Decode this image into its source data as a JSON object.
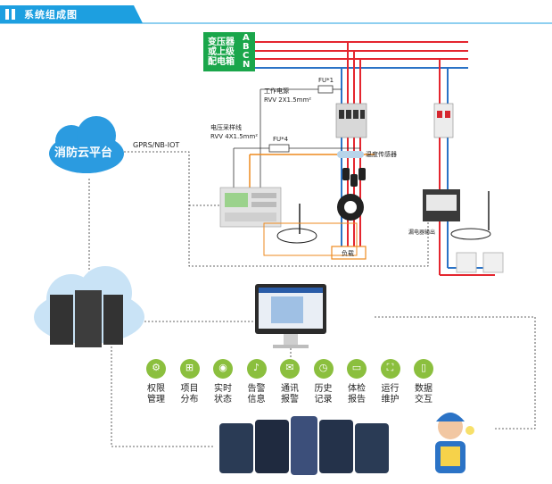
{
  "header": {
    "title": "系统组成图"
  },
  "bus": {
    "name_lines": [
      "变压器",
      "或上级",
      "配电箱"
    ],
    "phases": [
      "A",
      "B",
      "C",
      "N"
    ]
  },
  "labels": {
    "fuse1": "FU*1",
    "fuse4": "FU*4",
    "power_supply": "工作电源",
    "power_cable": "RVV 2X1.5mm²",
    "voltage_sampling": "电压采样线",
    "voltage_cable": "RVV 4X1.5mm²",
    "protocol": "GPRS/NB-IOT",
    "temp_sensor": "温度传感器",
    "load": "负载",
    "device_output": "漏电器输出"
  },
  "cloud": {
    "label": "消防云平台"
  },
  "features": [
    {
      "icon": "permission-icon",
      "glyph": "⚙",
      "lines": [
        "权限",
        "管理"
      ]
    },
    {
      "icon": "project-icon",
      "glyph": "⊞",
      "lines": [
        "项目",
        "分布"
      ]
    },
    {
      "icon": "realtime-icon",
      "glyph": "◉",
      "lines": [
        "实时",
        "状态"
      ]
    },
    {
      "icon": "alarm-icon",
      "glyph": "♪",
      "lines": [
        "告警",
        "信息"
      ]
    },
    {
      "icon": "message-icon",
      "glyph": "✉",
      "lines": [
        "通讯",
        "报警"
      ]
    },
    {
      "icon": "history-icon",
      "glyph": "◷",
      "lines": [
        "历史",
        "记录"
      ]
    },
    {
      "icon": "report-icon",
      "glyph": "▭",
      "lines": [
        "体检",
        "报告"
      ]
    },
    {
      "icon": "maintenance-icon",
      "glyph": "⛶",
      "lines": [
        "运行",
        "维护"
      ]
    },
    {
      "icon": "data-icon",
      "glyph": "▯",
      "lines": [
        "数据",
        "交互"
      ]
    }
  ],
  "colors": {
    "title_bg": "#1d9fe0",
    "bus_green": "#1aa64b",
    "phase_red": "#e4262f",
    "phase_blue": "#2b73c6",
    "feature_green": "#8bbf3e",
    "cloud_blue": "#2b9be0",
    "wire_orange": "#ee8a1f"
  }
}
